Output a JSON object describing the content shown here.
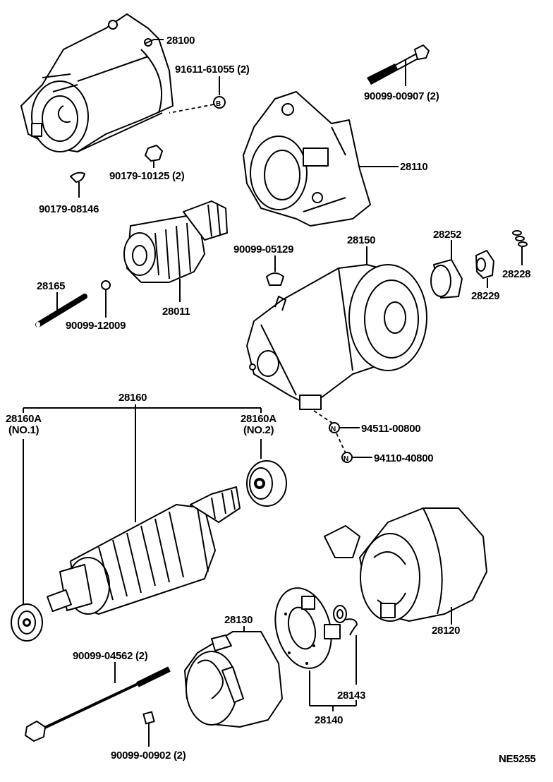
{
  "diagram": {
    "type": "exploded-parts-diagram",
    "subject": "starter motor assembly",
    "figure_code": "NE5255",
    "callouts": {
      "p28100": "28100",
      "p91611": "91611-61055 (2)",
      "p90099_00907": "90099-00907 (2)",
      "p90179_10125": "90179-10125 (2)",
      "p28110": "28110",
      "p90179_08146": "90179-08146",
      "p90099_05129": "90099-05129",
      "p28150": "28150",
      "p28252": "28252",
      "p28228": "28228",
      "p28229": "28229",
      "p28165": "28165",
      "p28011": "28011",
      "p90099_12009": "90099-12009",
      "p28160": "28160",
      "p28160A_1": "28160A",
      "p28160A_1_sub": "(NO.1)",
      "p28160A_2": "28160A",
      "p28160A_2_sub": "(NO.2)",
      "p94511": "94511-00800",
      "p94110": "94110-40800",
      "p28130": "28130",
      "p28120": "28120",
      "p90099_04562": "90099-04562 (2)",
      "p28143": "28143",
      "p28140": "28140",
      "p90099_00902": "90099-00902 (2)"
    },
    "markers": {
      "washer_b": "B",
      "nut_n1": "N",
      "nut_n2": "N"
    }
  }
}
